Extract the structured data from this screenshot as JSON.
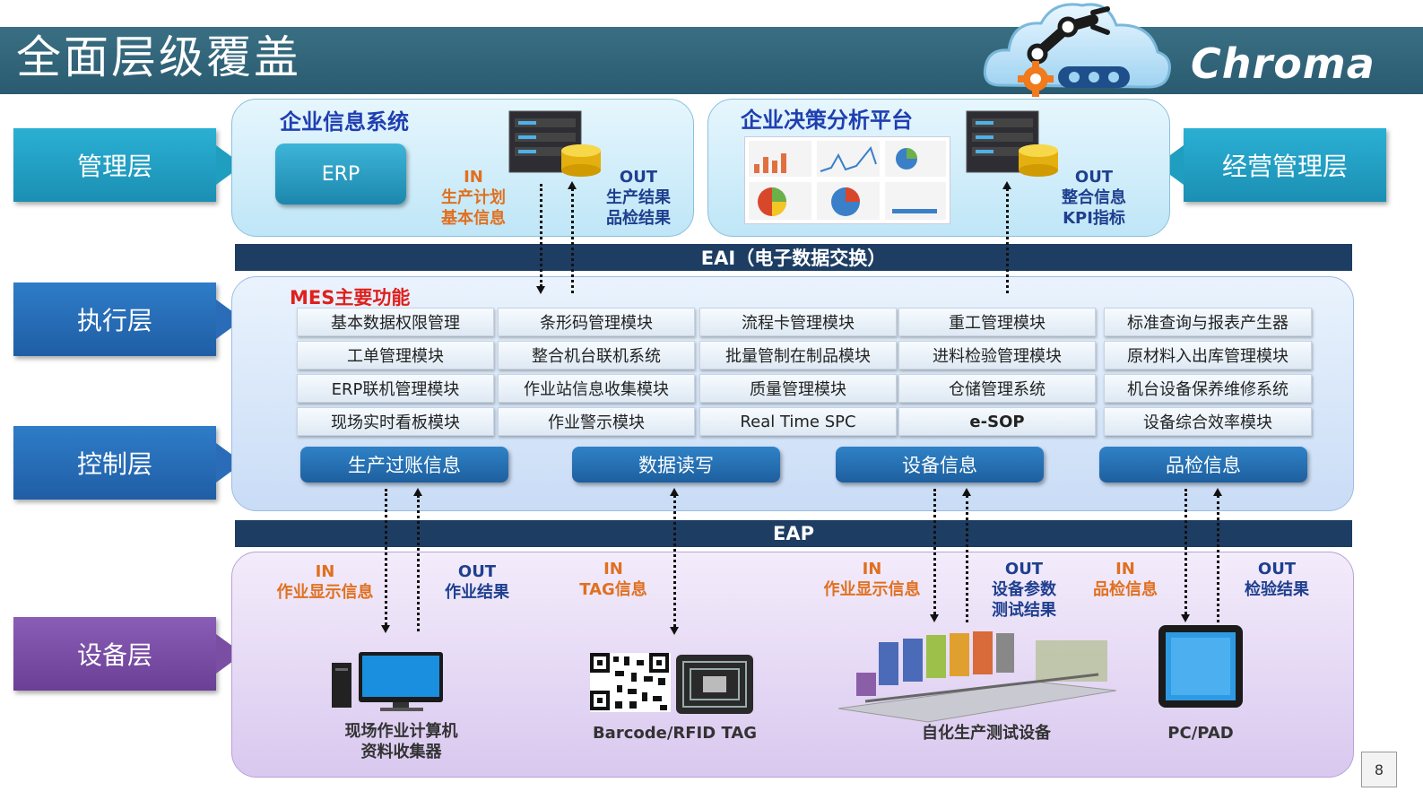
{
  "header": {
    "title": "全面层级覆盖",
    "brand": "Chroma"
  },
  "layers": {
    "management": "管理层",
    "execution": "执行层",
    "control": "控制层",
    "equipment": "设备层",
    "business": "经营管理层"
  },
  "enterprise_info": {
    "title": "企业信息系统",
    "erp": "ERP",
    "in_label": "IN",
    "in_lines": [
      "生产计划",
      "基本信息"
    ],
    "out_label": "OUT",
    "out_lines": [
      "生产结果",
      "品检结果"
    ]
  },
  "decision_platform": {
    "title": "企业决策分析平台",
    "out_label": "OUT",
    "out_lines": [
      "整合信息",
      "KPI指标"
    ]
  },
  "eai_band": "EAI（电子数据交换）",
  "eap_band": "EAP",
  "mes": {
    "title": "MES主要功能",
    "modules": [
      [
        "基本数据权限管理",
        "条形码管理模块",
        "流程卡管理模块",
        "重工管理模块",
        "标准查询与报表产生器"
      ],
      [
        "工单管理模块",
        "整合机台联机系统",
        "批量管制在制品模块",
        "进料检验管理模块",
        "原材料入出库管理模块"
      ],
      [
        "ERP联机管理模块",
        "作业站信息收集模块",
        "质量管理模块",
        "仓储管理系统",
        "机台设备保养维修系统"
      ],
      [
        "现场实时看板模块",
        "作业警示模块",
        "Real Time SPC",
        "e-SOP",
        "设备综合效率模块"
      ]
    ],
    "buttons": [
      "生产过账信息",
      "数据读写",
      "设备信息",
      "品检信息"
    ]
  },
  "equipment": {
    "flows": [
      {
        "label": "IN",
        "lines": [
          "作业显示信息"
        ]
      },
      {
        "label": "OUT",
        "lines": [
          "作业结果"
        ]
      },
      {
        "label": "IN",
        "lines": [
          "TAG信息"
        ]
      },
      {
        "label": "IN",
        "lines": [
          "作业显示信息"
        ]
      },
      {
        "label": "OUT",
        "lines": [
          "设备参数",
          "测试结果"
        ]
      },
      {
        "label": "IN",
        "lines": [
          "品检信息"
        ]
      },
      {
        "label": "OUT",
        "lines": [
          "检验结果"
        ]
      }
    ],
    "devices": [
      [
        "现场作业计算机",
        "资料收集器"
      ],
      [
        "Barcode/RFID TAG"
      ],
      [
        "自化生产测试设备"
      ],
      [
        "PC/PAD"
      ]
    ]
  },
  "page_number": "8",
  "colors": {
    "header": "#2f6378",
    "management_layer": "#1f9ec0",
    "execution_layer": "#2a6cb8",
    "control_layer": "#2a6cb8",
    "equipment_layer": "#7a4fa3",
    "band": "#1d3d63",
    "in_text": "#e07020",
    "out_text": "#1f3f8f"
  }
}
